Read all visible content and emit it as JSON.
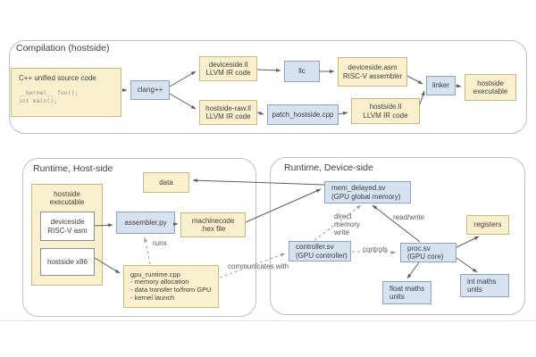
{
  "palette": {
    "yellow_fill": "#fbf0ce",
    "yellow_stroke": "#c6b87e",
    "blue_fill": "#d6e2f0",
    "blue_stroke": "#8da3bc",
    "container_stroke": "#bfbfbf",
    "arrow_solid": "#5e5e5e",
    "arrow_dashed": "#9e9e9e"
  },
  "compilation": {
    "title": "Compilation (hostside)",
    "cpp_source": {
      "title": "C++ unified source code",
      "code1": "__kernel__ foo();",
      "code2": "int main();"
    },
    "clang": "clang++",
    "deviceside_ll": {
      "l1": "deviceside.ll",
      "l2": "LLVM IR code"
    },
    "hostside_raw_ll": {
      "l1": "hostside-raw.ll",
      "l2": "LLVM IR code"
    },
    "llc": "llc",
    "deviceside_asm": {
      "l1": "deviceside.asm",
      "l2": "RISC-V assembler"
    },
    "patch_hostside": "patch_hostside.cpp",
    "hostside_ll": {
      "l1": "hostside.ll",
      "l2": "LLVM IR code"
    },
    "linker": "linker",
    "hostside_executable": {
      "l1": "hostside",
      "l2": "executable"
    }
  },
  "runtime_host": {
    "title": "Runtime, Host-side",
    "hostside_executable": {
      "l1": "hostside",
      "l2": "executable"
    },
    "deviceside_asm": {
      "l1": "deviceside",
      "l2": "RISC-V asm"
    },
    "hostside_x86": "hostside x86",
    "data": "data",
    "assembler": "assembler.py",
    "machinecode": {
      "l1": "machinecode",
      "l2": ".hex file"
    },
    "gpu_runtime": {
      "l1": "gpu_runtime.cpp",
      "l2": "- memory allocation",
      "l3": "- data transfer to/from GPU",
      "l4": "- kernel launch"
    },
    "labels": {
      "runs": "runs",
      "communicates_with": "communicates with"
    }
  },
  "runtime_device": {
    "title": "Runtime, Device-side",
    "mem_delayed": {
      "l1": "mem_delayed.sv",
      "l2": "(GPU global memory)"
    },
    "controller": {
      "l1": "controller.sv",
      "l2": "(GPU controller)"
    },
    "proc": {
      "l1": "proc.sv",
      "l2": "(GPU core)"
    },
    "registers": "registers",
    "float_maths": {
      "l1": "float maths",
      "l2": "units"
    },
    "int_maths": {
      "l1": "int maths",
      "l2": "units"
    },
    "labels": {
      "direct_l1": "direct",
      "direct_l2": "memory",
      "direct_l3": "write",
      "read_write": "read/write",
      "controls": "controls"
    }
  }
}
